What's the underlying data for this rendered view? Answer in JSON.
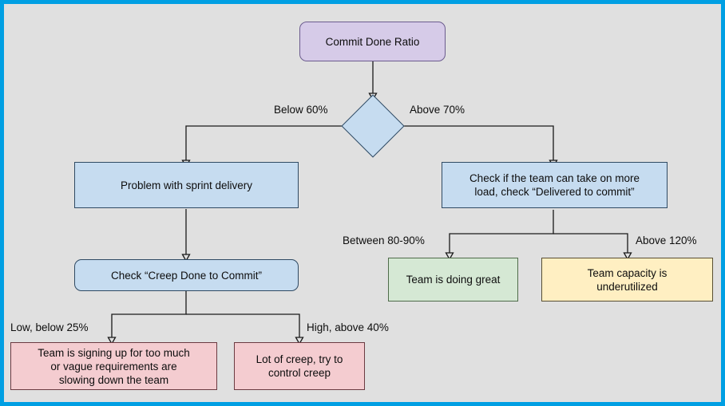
{
  "diagram": {
    "title_node": "Commit Done Ratio",
    "canvas_bg": "#e0e0e0",
    "frame_color": "#009fe3",
    "nodes": [
      {
        "id": "commit-done-ratio",
        "label": "Commit Done Ratio",
        "shape": "rounded-rect",
        "fill": "#d6cbe8"
      },
      {
        "id": "ratio-decision",
        "label": "",
        "shape": "diamond",
        "fill": "#c6dcf0"
      },
      {
        "id": "problem-sprint-delivery",
        "label": "Problem with sprint delivery",
        "shape": "rect",
        "fill": "#c6dcf0"
      },
      {
        "id": "check-team-capacity",
        "label": "Check if the team can take on more load, check “Delivered to commit”",
        "shape": "rect",
        "fill": "#c6dcf0"
      },
      {
        "id": "check-creep-done-to-commit",
        "label": "Check “Creep Done to Commit”",
        "shape": "rounded-rect",
        "fill": "#c6dcf0"
      },
      {
        "id": "team-doing-great",
        "label": "Team is doing great",
        "shape": "rect",
        "fill": "#d5e8d4"
      },
      {
        "id": "team-capacity-underutilized",
        "label": "Team capacity is underutilized",
        "shape": "rect",
        "fill": "#ffefc2"
      },
      {
        "id": "signing-up-too-much",
        "label": "Team is signing up for too much or vague requirements are slowing down the team",
        "shape": "rect",
        "fill": "#f4ccd0"
      },
      {
        "id": "lot-of-creep",
        "label": "Lot of creep, try to control creep",
        "shape": "rect",
        "fill": "#f4ccd0"
      }
    ],
    "node_text": {
      "commit_done_ratio": "Commit Done Ratio",
      "problem_sprint_delivery": "Problem with sprint delivery",
      "check_team_capacity_line1": "Check if the team can take on more",
      "check_team_capacity_line2": "load, check “Delivered to commit”",
      "check_creep": "Check “Creep Done to Commit”",
      "team_doing_great": "Team is doing great",
      "team_capacity_line1": "Team capacity is",
      "team_capacity_line2": "underutilized",
      "signing_up_line1": "Team is signing up for too much",
      "signing_up_line2": "or vague requirements are",
      "signing_up_line3": "slowing down the team",
      "lot_of_creep_line1": "Lot of creep, try to",
      "lot_of_creep_line2": "control creep"
    },
    "edge_labels": {
      "below_60": "Below 60%",
      "above_70": "Above 70%",
      "between_80_90": "Between 80-90%",
      "above_120": "Above 120%",
      "low_below_25": "Low, below 25%",
      "high_above_40": "High, above 40%"
    }
  }
}
